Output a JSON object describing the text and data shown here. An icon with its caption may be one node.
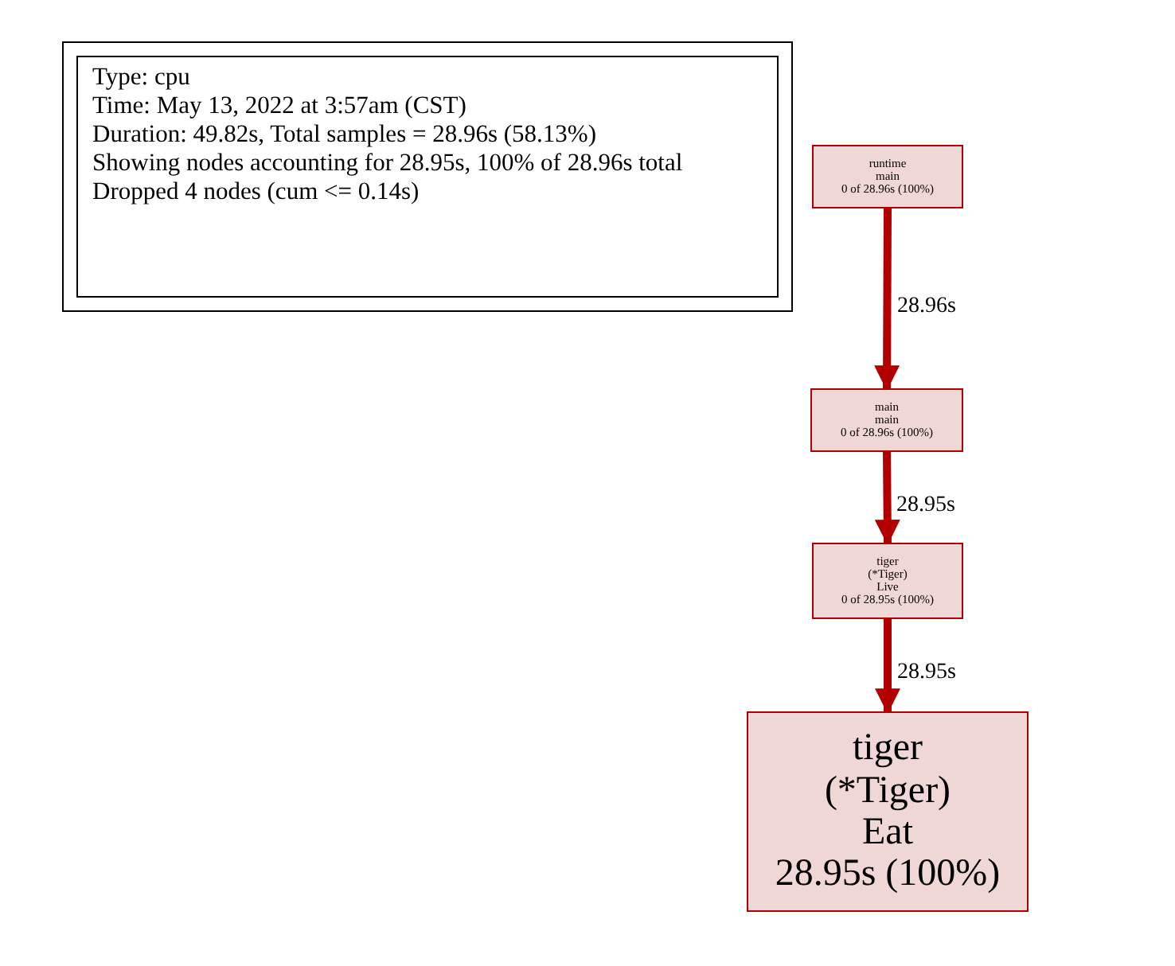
{
  "diagram": {
    "nodes": [
      {
        "text": [
          "Type: cpu",
          "Time: May 13, 2022 at 3:57am (CST)",
          "Duration: 49.82s, Total samples = 28.96s (58.13%)",
          "Showing nodes accounting for 28.95s, 100% of 28.96s total",
          "Dropped 4 nodes (cum <= 0.14s)"
        ]
      },
      {
        "text": [
          "runtime",
          "main",
          "0 of 28.96s (100%)"
        ]
      },
      {
        "text": [
          "main",
          "main",
          "0 of 28.96s (100%)"
        ]
      },
      {
        "text": [
          "tiger",
          "(*Tiger)",
          "Live",
          "0 of 28.95s (100%)"
        ]
      },
      {
        "text": [
          "tiger",
          "(*Tiger)",
          "Eat",
          "28.95s (100%)"
        ]
      }
    ],
    "edges": [
      {
        "from": 1,
        "to": 2,
        "arrow": "to",
        "label": "28.96s"
      },
      {
        "from": 2,
        "to": 3,
        "arrow": "to",
        "label": "28.95s"
      },
      {
        "from": 3,
        "to": 4,
        "arrow": "to",
        "label": "28.95s"
      }
    ]
  }
}
